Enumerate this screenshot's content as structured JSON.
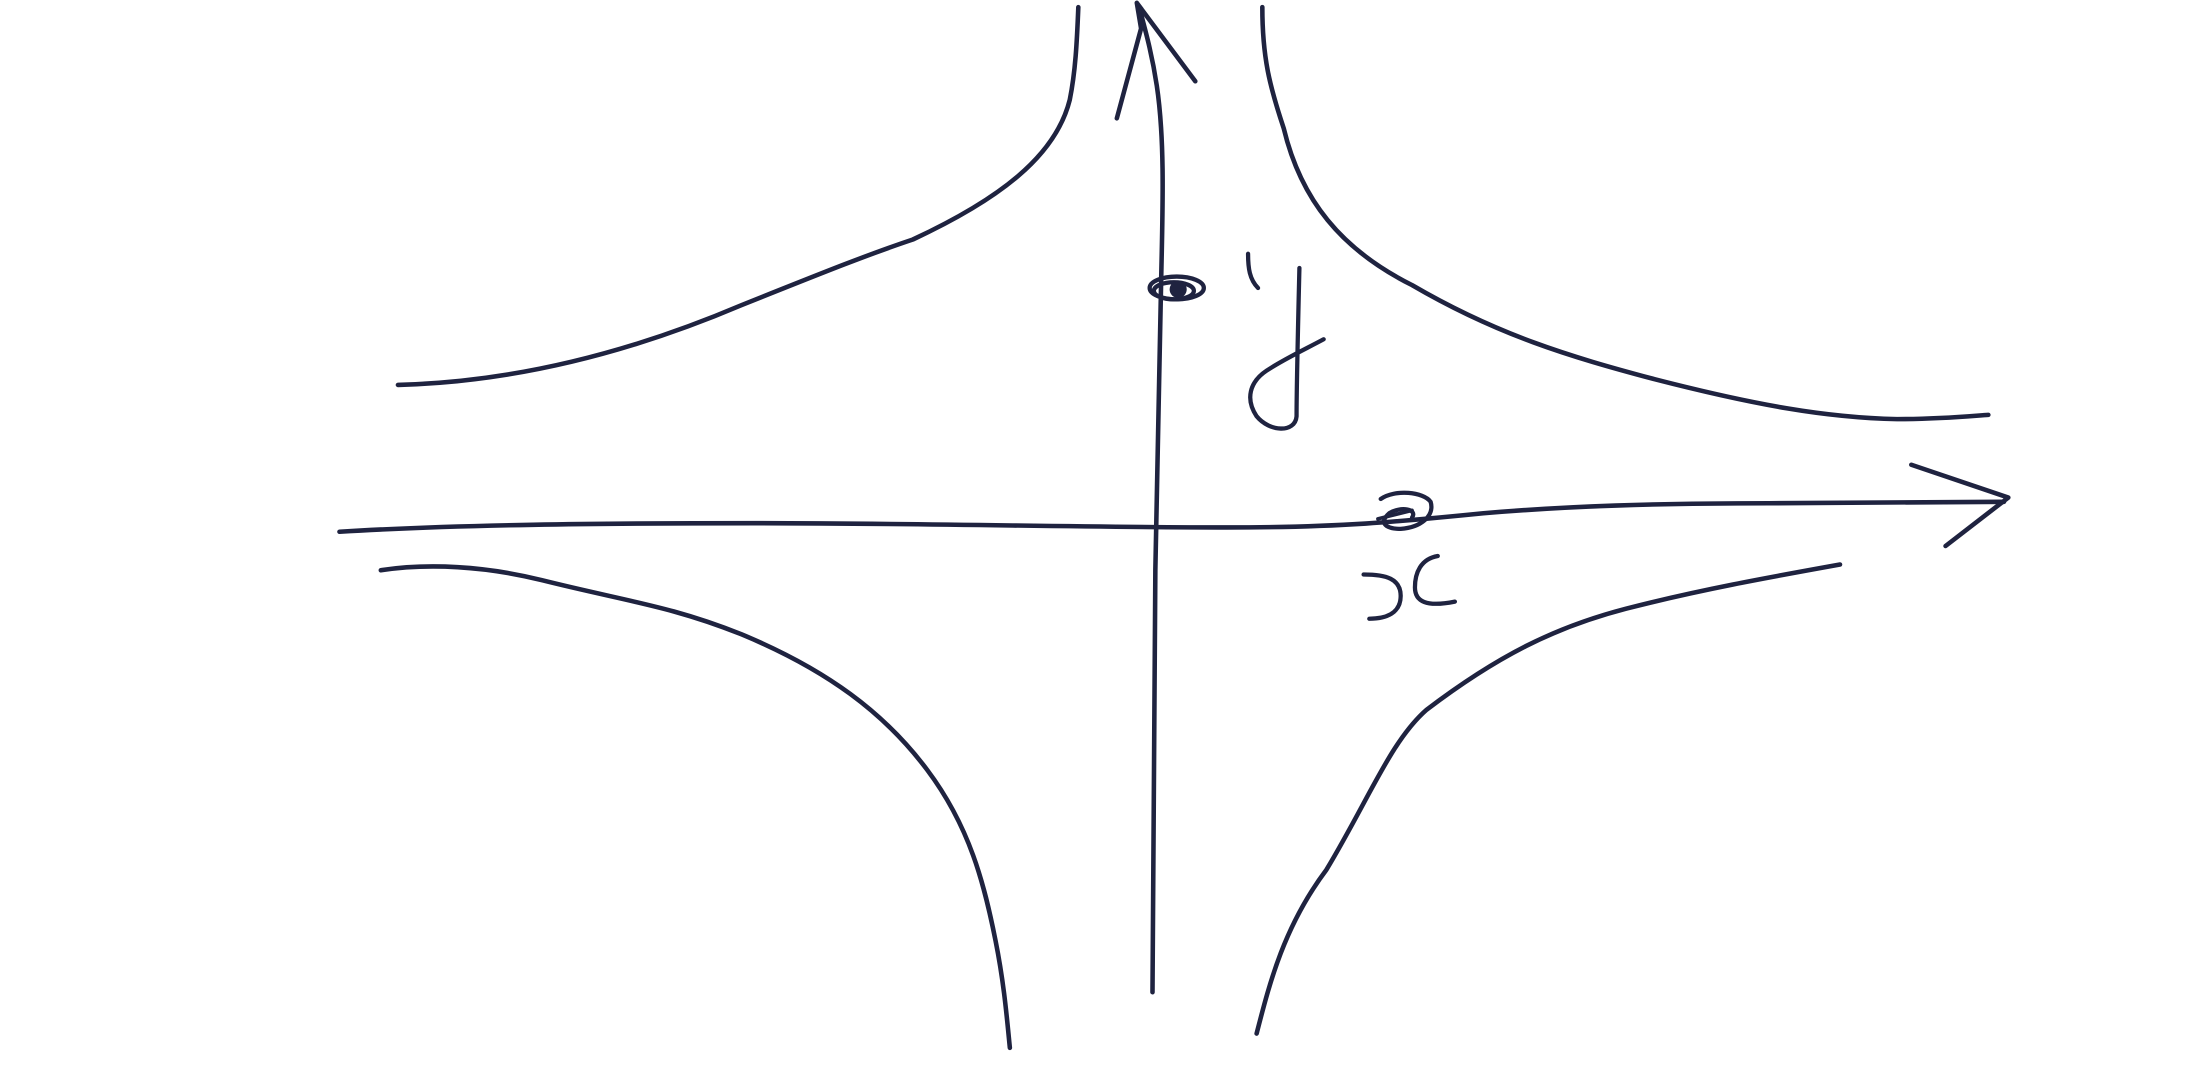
{
  "diagram": {
    "kind": "hand-drawn sketch",
    "ink_color": "#1f2340",
    "background_color": "#ffffff",
    "axes": {
      "x": {
        "label": "x",
        "direction": "right"
      },
      "y": {
        "label": "y",
        "direction": "up"
      }
    },
    "curve_branches": [
      {
        "quadrant": "upper-left"
      },
      {
        "quadrant": "upper-right"
      },
      {
        "quadrant": "lower-left"
      },
      {
        "quadrant": "lower-right"
      }
    ],
    "marked_points": [
      {
        "on": "y-axis"
      },
      {
        "on": "x-axis"
      }
    ]
  }
}
